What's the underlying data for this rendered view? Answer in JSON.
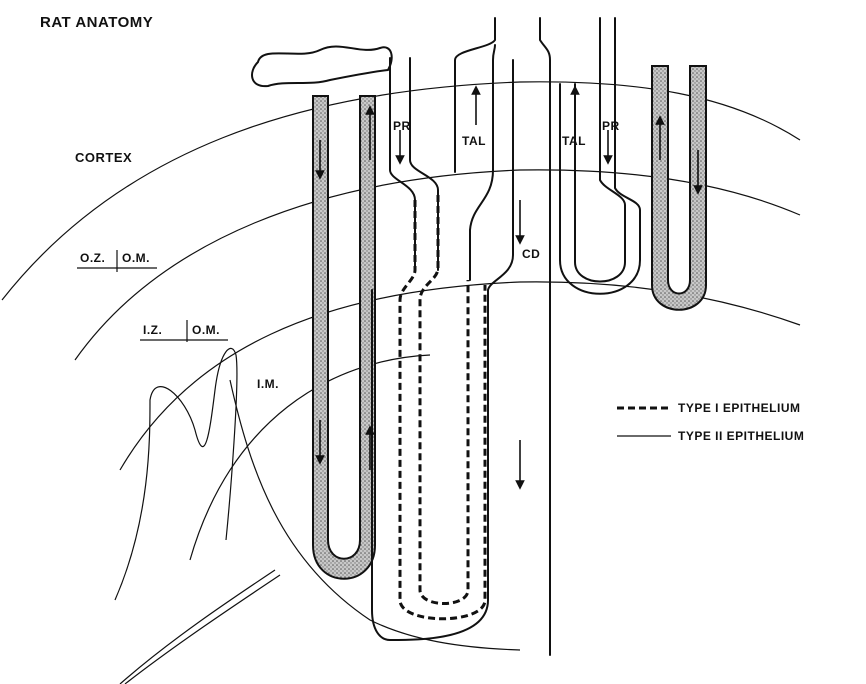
{
  "title": "RAT ANATOMY",
  "zones": {
    "cortex": "CORTEX",
    "oz": "O.Z.",
    "om1": "O.M.",
    "iz": "I.Z.",
    "om2": "O.M.",
    "im": "I.M."
  },
  "segments": {
    "pr_left": "PR",
    "tal_left": "TAL",
    "cd": "CD",
    "tal_right": "TAL",
    "pr_right": "PR"
  },
  "legend": {
    "type1": "TYPE I EPITHELIUM",
    "type2": "TYPE II EPITHELIUM"
  },
  "colors": {
    "line": "#111111",
    "vessel_fill": "#8a8a8a",
    "background": "#ffffff"
  }
}
